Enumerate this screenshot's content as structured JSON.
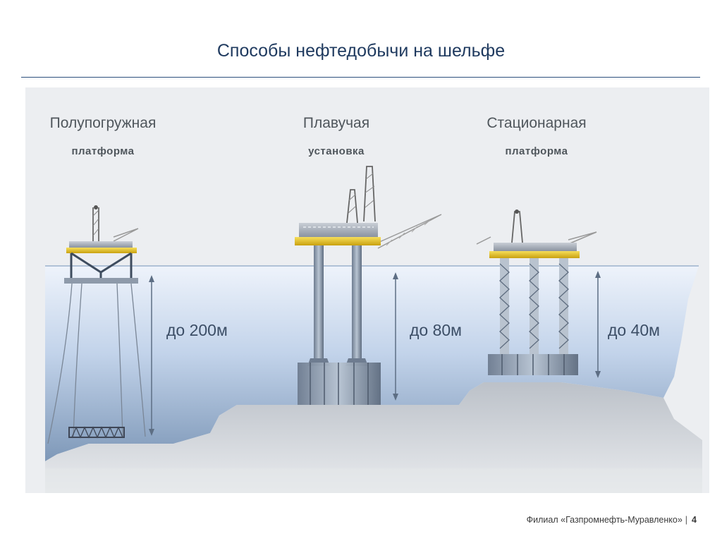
{
  "slide": {
    "title": "Способы нефтедобычи на шельфе"
  },
  "diagram": {
    "platforms": [
      {
        "name_line1": "Полупогружная",
        "name_line2": "платформа",
        "depth": "до 200м"
      },
      {
        "name_line1": "Плавучая",
        "name_line2": "установка",
        "depth": "до 80м"
      },
      {
        "name_line1": "Стационарная",
        "name_line2": "платформа",
        "depth": "до 40м"
      }
    ]
  },
  "footer": {
    "company": "Филиал «Газпромнефть-Муравленко»",
    "separator": "|",
    "page_number": "4"
  },
  "colors": {
    "title": "#1f3a5f",
    "accent_yellow": "#e8c21a",
    "water_top": "#e6eef9",
    "water_bottom": "#7c97b6",
    "seabed": "#cfd3d8"
  }
}
